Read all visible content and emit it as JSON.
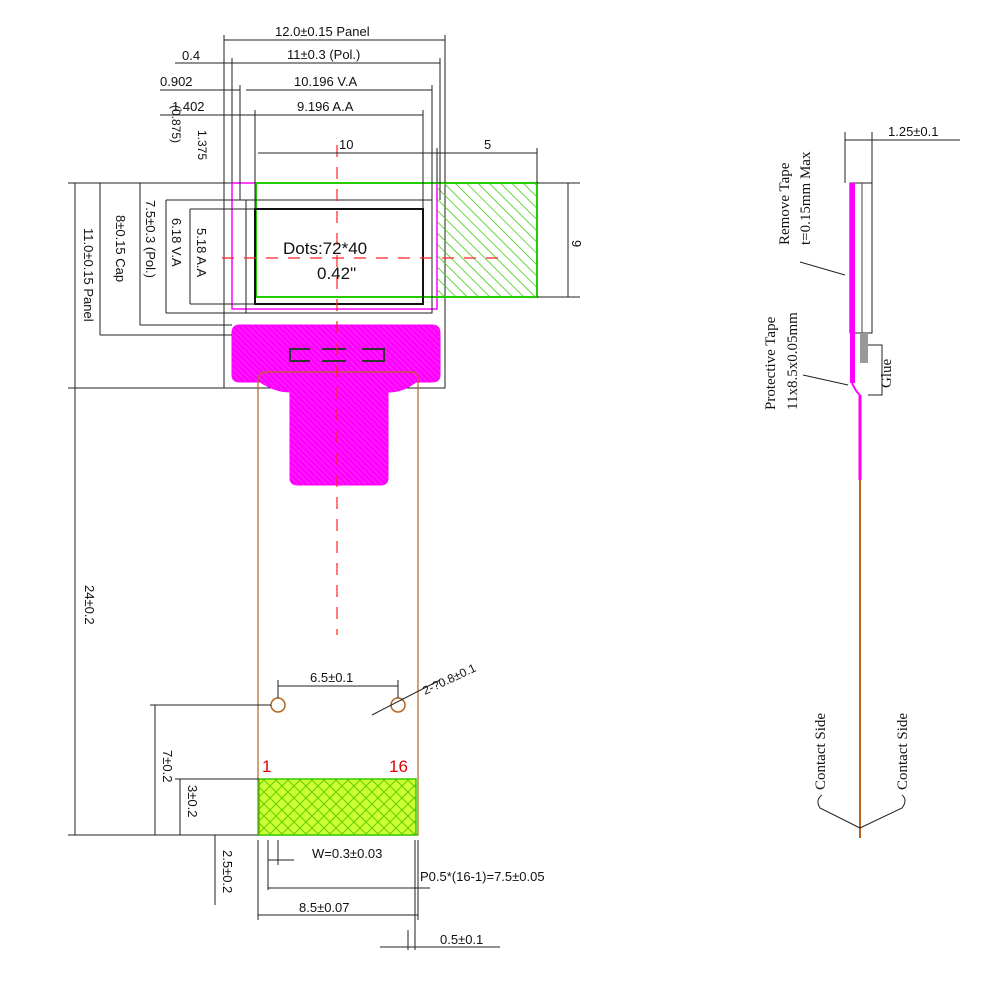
{
  "dimensions": {
    "panel_width": "12.0±0.15 Panel",
    "pol_width": "11±0.3 (Pol.)",
    "offset_04": "0.4",
    "va_width": "10.196 V.A",
    "offset_0902": "0.902",
    "aa_width": "9.196 A.A",
    "offset_1402": "1.402",
    "offset_0875": "(0.875)",
    "offset_1375": "1.375",
    "span_10": "10",
    "span_5": "5",
    "height_9": "9",
    "aa_height": "5.18 A.A",
    "va_height": "6.18 V.A",
    "pol_height": "7.5±0.3 (Pol.)",
    "cap_height": "8±0.15 Cap",
    "panel_height": "11.0±0.15 Panel",
    "fpc_length": "24±0.2",
    "hole_spacing": "6.5±0.1",
    "hole_dia": "2-?0.8±0.1",
    "hole_height": "7±0.2",
    "pad_height": "3±0.2",
    "stiffener": "2.5±0.2",
    "pad_width": "W=0.3±0.03",
    "pitch": "P0.5*(16-1)=7.5±0.05",
    "fpc_width": "8.5±0.07",
    "pad_edge": "0.5±0.1"
  },
  "display": {
    "dots": "Dots:72*40",
    "size": "0.42\""
  },
  "pins": {
    "first": "1",
    "last": "16"
  },
  "side_view": {
    "thickness": "1.25±0.1",
    "remove_tape_1": "Remove Tape",
    "remove_tape_2": "t=0.15mm Max",
    "protective_tape_1": "Protective Tape",
    "protective_tape_2": "11x8.5x0.05mm",
    "glue": "Glue",
    "contact_left": "Contact Side",
    "contact_right": "Contact Side"
  },
  "colors": {
    "magenta": "#ff00ff",
    "green": "#22cc00",
    "pad_fill": "#ccff33",
    "fpc_brown": "#b5651d",
    "center_red": "#ff2222"
  }
}
